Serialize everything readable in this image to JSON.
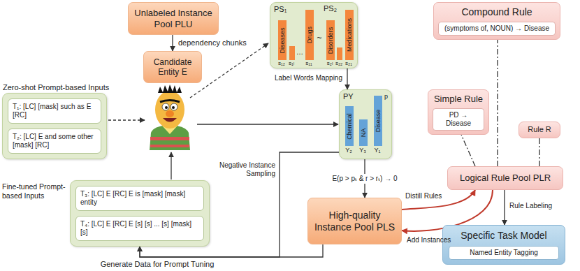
{
  "diagram": {
    "nodes": [
      {
        "text": [
          "Unlabeled Instance Pool PLU"
        ]
      },
      {
        "text": [
          "Candidate Entity E"
        ]
      },
      {
        "text": [
          "Zero-shot Prompt-based Inputs"
        ]
      },
      {
        "text": [
          "T₁: [LC] [mask] such as E [RC]"
        ],
        "in": 2
      },
      {
        "text": [
          "T₂: [LC] E and some other [mask] [RC]"
        ],
        "in": 2
      },
      {
        "text": [
          "PS₁",
          "PS₂"
        ]
      },
      {
        "text": [
          "Diseases"
        ],
        "in": 5
      },
      {
        "text": [
          "Drugs"
        ],
        "in": 5
      },
      {
        "text": [
          "Disorders"
        ],
        "in": 5
      },
      {
        "text": [
          "Medications"
        ],
        "in": 5
      },
      {
        "text": [
          "PY"
        ]
      },
      {
        "text": [
          "Chemical"
        ],
        "in": 10
      },
      {
        "text": [
          "NA"
        ],
        "in": 10
      },
      {
        "text": [
          "Disease"
        ],
        "in": 10
      },
      {
        "text": [
          "Fine-tuned Prompt-based Inputs"
        ]
      },
      {
        "text": [
          "T₃: [LC] E [RC] E is [mask] [mask] entity"
        ],
        "in": 14
      },
      {
        "text": [
          "T₄: [LC] E [RC] E [s] [s] ... [s] [mask] [s]"
        ],
        "in": 14
      },
      {
        "text": [
          "High-quality Instance Pool PLS"
        ]
      },
      {
        "text": [
          "Compound Rule"
        ]
      },
      {
        "text": [
          "(symptoms of, NOUN) → Disease"
        ],
        "in": 18
      },
      {
        "text": [
          "Simple Rule"
        ]
      },
      {
        "text": [
          "PD → Disease"
        ],
        "in": 20
      },
      {
        "text": [
          "Rule R"
        ]
      },
      {
        "text": [
          "Logical Rule Pool PLR"
        ]
      },
      {
        "text": [
          "Specific Task Model"
        ]
      },
      {
        "text": [
          "Named Entity Tagging"
        ],
        "in": 24
      }
    ],
    "edges": [
      {
        "from": 0,
        "to": 1,
        "arrow": "to",
        "label": "dependency chunks"
      },
      {
        "from": 5,
        "to": 10,
        "arrow": "to",
        "label": "Label Words Mapping"
      },
      {
        "from": 10,
        "to": 17,
        "arrow": "to",
        "label": "E(p > pₜ & r > rₜ) → 0"
      },
      {
        "from": 10,
        "to": 14,
        "arrow": "to",
        "label": "Negative Instance Sampling"
      },
      {
        "from": 17,
        "to": 14,
        "arrow": "to",
        "label": "Generate Data for Prompt Tuning"
      },
      {
        "from": 17,
        "to": 23,
        "arrow": "to",
        "label": "Distill Rules"
      },
      {
        "from": 23,
        "to": 17,
        "arrow": "to",
        "label": "Add Instances"
      },
      {
        "from": 23,
        "to": 24,
        "arrow": "to",
        "label": "Rule Labeling"
      },
      {
        "from": 23,
        "to": 18,
        "arrow": "none"
      },
      {
        "from": 23,
        "to": 20,
        "arrow": "none"
      },
      {
        "from": 23,
        "to": 22,
        "arrow": "none"
      }
    ],
    "labels": [
      "s₁₂",
      "s₁ₗ",
      "…",
      "s₁₁",
      "~",
      "s₂ₗ",
      "s₂₂",
      "s₂₁",
      "Y₂",
      "Y₃",
      "Y₁",
      "p"
    ]
  }
}
